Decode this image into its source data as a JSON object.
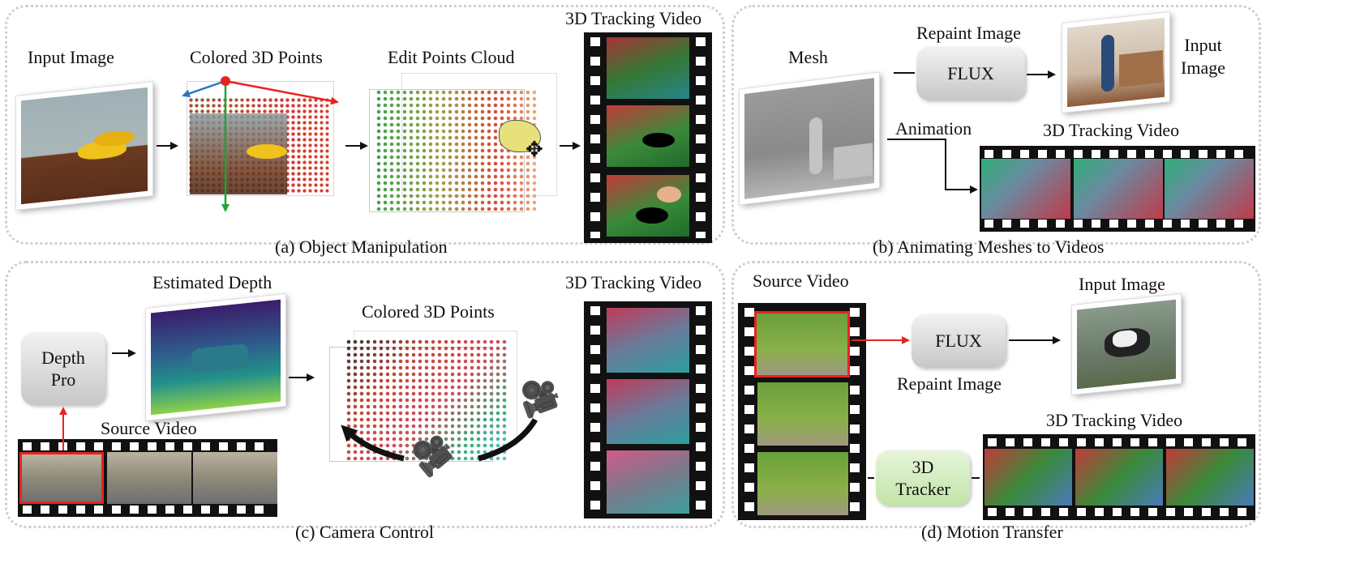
{
  "panels": {
    "a": {
      "caption": "(a) Object Manipulation",
      "input_image_label": "Input Image",
      "colored_points_label": "Colored 3D Points",
      "edit_points_label": "Edit Points Cloud",
      "tracking_video_label": "3D Tracking Video"
    },
    "b": {
      "caption": "(b) Animating Meshes to Videos",
      "mesh_label": "Mesh",
      "repaint_label": "Repaint Image",
      "flux_label": "FLUX",
      "input_image_label": "Input\nImage",
      "animation_label": "Animation",
      "tracking_video_label": "3D Tracking Video"
    },
    "c": {
      "caption": "(c) Camera Control",
      "estimated_depth_label": "Estimated Depth",
      "depth_pro_label": "Depth\nPro",
      "source_video_label": "Source Video",
      "colored_points_label": "Colored 3D Points",
      "tracking_video_label": "3D Tracking Video"
    },
    "d": {
      "caption": "(d) Motion Transfer",
      "source_video_label": "Source Video",
      "flux_label": "FLUX",
      "repaint_label": "Repaint Image",
      "input_image_label": "Input Image",
      "tracker_label": "3D\nTracker",
      "tracking_video_label": "3D Tracking Video"
    }
  },
  "colors": {
    "arrow": "#111111",
    "highlight_red": "#e8231e",
    "axis_blue": "#2a74c4",
    "axis_green": "#22a33a",
    "panel_border": "#cfcfcf"
  },
  "icons": [
    "move-cursor-icon",
    "video-camera-icon",
    "curved-arrow-icon"
  ]
}
